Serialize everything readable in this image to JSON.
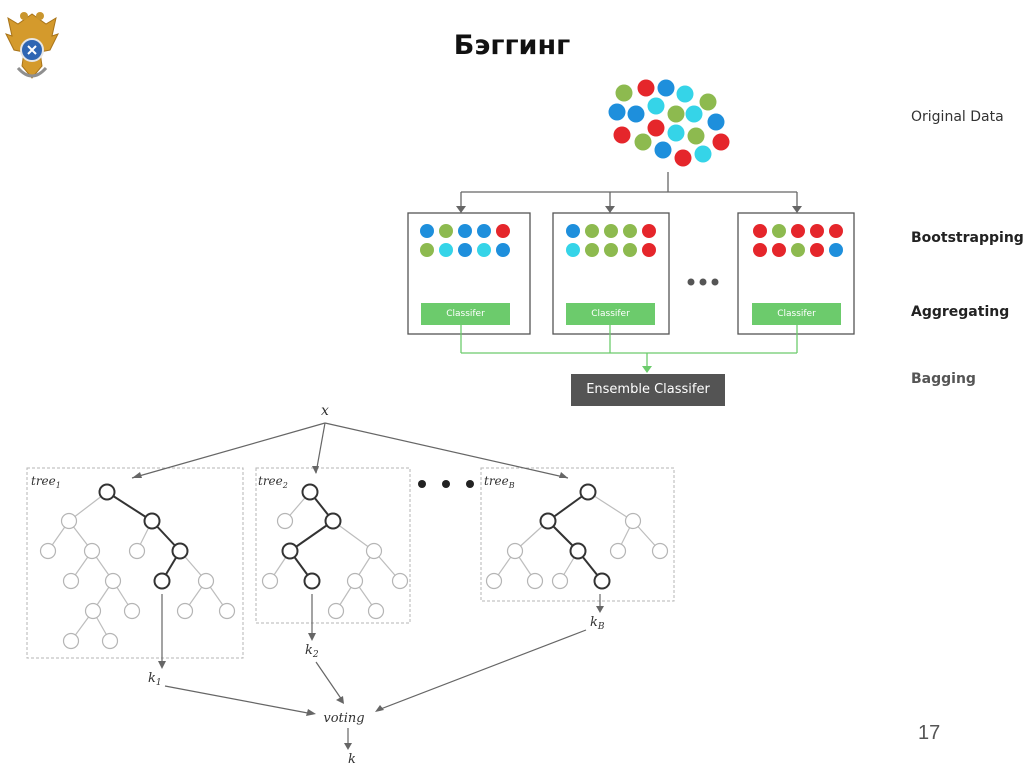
{
  "slide": {
    "title": "Бэггинг",
    "page_number": "17"
  },
  "bagging_diagram": {
    "stage_labels": {
      "original_data": "Original Data",
      "bootstrapping": "Bootstrapping",
      "aggregating": "Aggregating",
      "bagging": "Bagging"
    },
    "classifier_label": "Classifer",
    "ensemble_label": "Ensemble Classifer",
    "colors": {
      "red": "#e5262b",
      "green": "#8dba4f",
      "blue": "#1e8fdc",
      "cyan": "#35d4e8",
      "classifier": "#6ccb6c",
      "ensemble": "#545454"
    },
    "samples": [
      [
        "blue",
        "green",
        "blue",
        "blue",
        "red",
        "green",
        "cyan",
        "blue",
        "cyan",
        "blue"
      ],
      [
        "blue",
        "green",
        "green",
        "green",
        "red",
        "cyan",
        "green",
        "green",
        "green",
        "red"
      ],
      [
        "red",
        "green",
        "red",
        "red",
        "red",
        "red",
        "red",
        "green",
        "red",
        "blue"
      ]
    ]
  },
  "forest_diagram": {
    "input": "x",
    "trees": [
      {
        "name": "tree",
        "sub": "1"
      },
      {
        "name": "tree",
        "sub": "2"
      },
      {
        "name": "tree",
        "sub": "B"
      }
    ],
    "outputs": [
      {
        "name": "k",
        "sub": "1"
      },
      {
        "name": "k",
        "sub": "2"
      },
      {
        "name": "k",
        "sub": "B"
      }
    ],
    "voting": "voting",
    "result": "k"
  }
}
